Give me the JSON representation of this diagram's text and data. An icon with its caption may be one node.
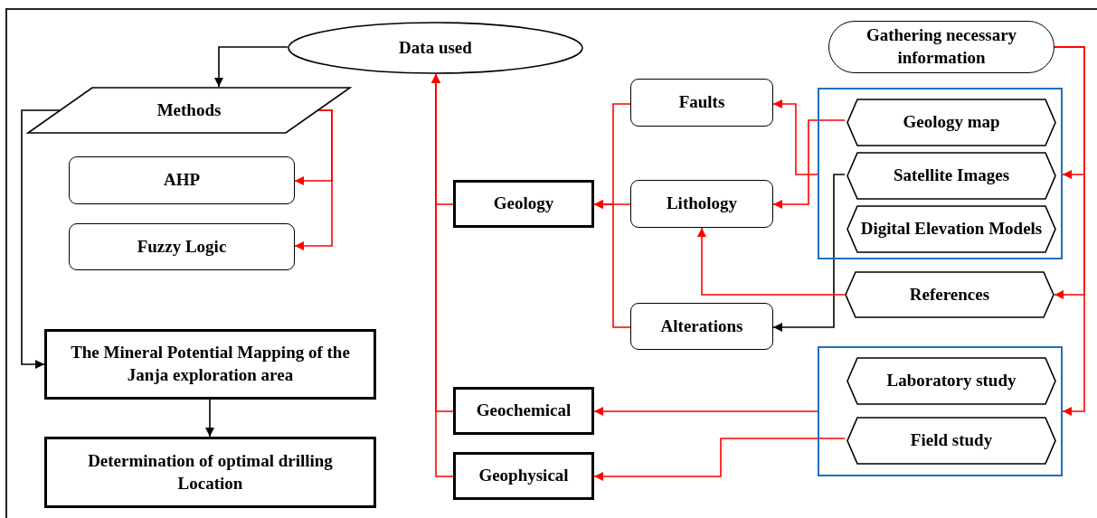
{
  "diagram": {
    "nodes": [
      {
        "text": [
          "Data used"
        ]
      },
      {
        "text": [
          "Methods"
        ]
      },
      {
        "text": [
          "AHP"
        ]
      },
      {
        "text": [
          "Fuzzy Logic"
        ]
      },
      {
        "text": [
          "The Mineral Potential Mapping of the Janja exploration area"
        ]
      },
      {
        "text": [
          "Determination of optimal drilling Location"
        ]
      },
      {
        "text": [
          "Geology"
        ]
      },
      {
        "text": [
          "Faults"
        ]
      },
      {
        "text": [
          "Lithology"
        ]
      },
      {
        "text": [
          "Alterations"
        ]
      },
      {
        "text": [
          "Geochemical"
        ]
      },
      {
        "text": [
          "Geophysical"
        ]
      },
      {
        "text": [
          "Gathering necessary information"
        ]
      },
      {
        "text": [],
        "shape": "box"
      },
      {
        "text": [
          "Geology map"
        ],
        "in": 13
      },
      {
        "text": [
          "Satellite Images"
        ],
        "in": 13
      },
      {
        "text": [
          "Digital Elevation Models"
        ],
        "in": 13
      },
      {
        "text": [
          "References"
        ]
      },
      {
        "text": [],
        "shape": "box"
      },
      {
        "text": [
          "Laboratory study"
        ],
        "in": 18
      },
      {
        "text": [
          "Field study"
        ],
        "in": 18
      }
    ],
    "edges": [
      {
        "from": 0,
        "to": 1,
        "arrow": "to",
        "color": "#000000"
      },
      {
        "from": 1,
        "to": 2,
        "arrow": "to"
      },
      {
        "from": 1,
        "to": 3,
        "arrow": "to"
      },
      {
        "from": 1,
        "to": 4,
        "arrow": "to",
        "color": "#000000"
      },
      {
        "from": 4,
        "to": 5,
        "arrow": "to",
        "color": "#000000"
      },
      {
        "from": 6,
        "to": 0,
        "arrow": "to"
      },
      {
        "from": 10,
        "to": 0,
        "arrow": "to"
      },
      {
        "from": 11,
        "to": 0,
        "arrow": "to"
      },
      {
        "from": 7,
        "to": 6,
        "arrow": "to"
      },
      {
        "from": 8,
        "to": 6,
        "arrow": "to"
      },
      {
        "from": 9,
        "to": 6,
        "arrow": "to"
      },
      {
        "from": 13,
        "to": 7,
        "arrow": "to"
      },
      {
        "from": 14,
        "to": 8,
        "arrow": "to"
      },
      {
        "from": 15,
        "to": 9,
        "arrow": "to",
        "color": "#000000"
      },
      {
        "from": 17,
        "to": 8,
        "arrow": "to"
      },
      {
        "from": 12,
        "to": 13,
        "arrow": "to"
      },
      {
        "from": 12,
        "to": 17,
        "arrow": "to"
      },
      {
        "from": 12,
        "to": 18,
        "arrow": "to"
      },
      {
        "from": 18,
        "to": 10,
        "arrow": "to"
      },
      {
        "from": 20,
        "to": 11,
        "arrow": "to"
      }
    ]
  }
}
